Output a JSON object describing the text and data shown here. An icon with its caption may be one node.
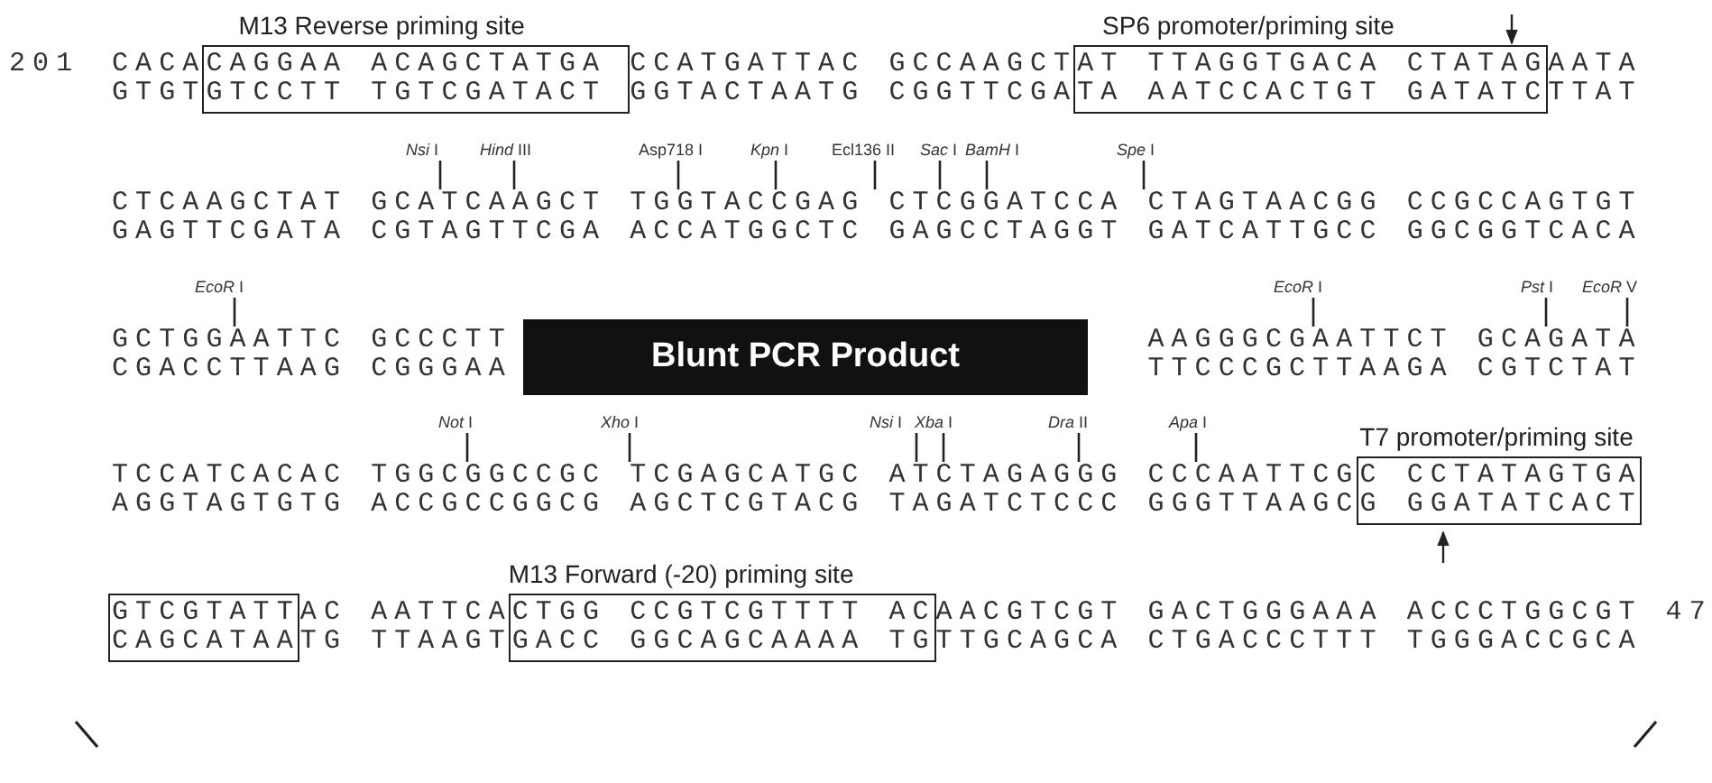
{
  "diagram": {
    "nodes": [
      {
        "text": [
          "M13 Reverse priming site"
        ]
      },
      {
        "text": [
          "SP6 promoter/priming site"
        ]
      },
      {
        "text": [
          "*Nsi* I"
        ]
      },
      {
        "text": [
          "*Hind* III"
        ]
      },
      {
        "text": [
          "Asp718 I"
        ]
      },
      {
        "text": [
          "*Kpn* I"
        ]
      },
      {
        "text": [
          "Ecl136 II"
        ]
      },
      {
        "text": [
          "*Sac* I"
        ]
      },
      {
        "text": [
          "*BamH* I"
        ]
      },
      {
        "text": [
          "*Spe* I"
        ]
      },
      {
        "text": [
          "*EcoR* I"
        ]
      },
      {
        "text": [
          "Blunt PCR Product"
        ]
      },
      {
        "text": [
          "*EcoR* I"
        ]
      },
      {
        "text": [
          "*Pst* I"
        ]
      },
      {
        "text": [
          "*EcoR* V"
        ]
      },
      {
        "text": [
          "*Not* I"
        ]
      },
      {
        "text": [
          "*Xho* I"
        ]
      },
      {
        "text": [
          "*Nsi* I"
        ]
      },
      {
        "text": [
          "*Xba* I"
        ]
      },
      {
        "text": [
          "*Dra* II"
        ]
      },
      {
        "text": [
          "*Apa* I"
        ]
      },
      {
        "text": [
          "T7 promoter/priming site"
        ]
      },
      {
        "text": [],
        "shape": "box"
      },
      {
        "text": [
          "M13 Forward (-20) priming site"
        ]
      },
      {
        "text": [
          "CTCAAGCTAT GCATCAAGCT TGGTACCGAG CTCGGATCCA CTAGTAACGG CCGCCAGTGT"
        ]
      },
      {
        "text": [
          "GCTGGAATTC GCCCTT"
        ]
      },
      {
        "text": [
          "AAGGGCGAATTCT GCAGATA"
        ]
      },
      {
        "text": [
          "TCCATCACAC TGGCGGCCGC TCGAGCATGC ATCTAGAGGG CCCAATTCGC CCTATAGTGA"
        ]
      }
    ],
    "edges": [
      {
        "from": 2,
        "to": 24,
        "arrow": "none"
      },
      {
        "from": 3,
        "to": 24,
        "arrow": "none"
      },
      {
        "from": 4,
        "to": 24,
        "arrow": "none"
      },
      {
        "from": 5,
        "to": 24,
        "arrow": "none"
      },
      {
        "from": 6,
        "to": 24,
        "arrow": "none"
      },
      {
        "from": 7,
        "to": 24,
        "arrow": "none"
      },
      {
        "from": 8,
        "to": 24,
        "arrow": "none"
      },
      {
        "from": 9,
        "to": 24,
        "arrow": "none"
      },
      {
        "from": 10,
        "to": 25,
        "arrow": "none"
      },
      {
        "from": 12,
        "to": 26,
        "arrow": "none"
      },
      {
        "from": 13,
        "to": 26,
        "arrow": "none"
      },
      {
        "from": 14,
        "to": 26,
        "arrow": "none"
      },
      {
        "from": 15,
        "to": 27,
        "arrow": "none"
      },
      {
        "from": 16,
        "to": 27,
        "arrow": "none"
      },
      {
        "from": 17,
        "to": 27,
        "arrow": "none"
      },
      {
        "from": 18,
        "to": 27,
        "arrow": "none"
      },
      {
        "from": 19,
        "to": 27,
        "arrow": "none"
      },
      {
        "from": 20,
        "to": 27,
        "arrow": "none"
      }
    ],
    "labels": [
      "201",
      "CACACAGGAA ACAGCTATGA CCATGATTAC GCCAAGCTAT TTAGGTGACA CTATAGAATA",
      "GTGTGTCCTT TGTCGATACT GGTACTAATG CGGTTCGATA AATCCACTGT GATATCTTAT",
      "GAGTTCGATA CGTAGTTCGA ACCATGGCTC GAGCCTAGGT GATCATTGCC GGCGGTCACA",
      "CGACCTTAAG CGGGAA",
      "TTCCCGCTTAAGA CGTCTAT",
      "AGGTAGTGTG ACCGCCGGCG AGCTCGTACG TAGATCTCCC GGGTTAAGCG GGATATCACT",
      "GTCGTATTAC AATTCACTGG CCGTCGTTTT ACAACGTCGT GACTGGGAAA ACCCTGGCGT",
      "47",
      "CAGCATAATG TTAAGTGACC GGCAGCAAAA TGTTGCAGCA CTGACCCTTT TGGGACCGCA"
    ]
  }
}
